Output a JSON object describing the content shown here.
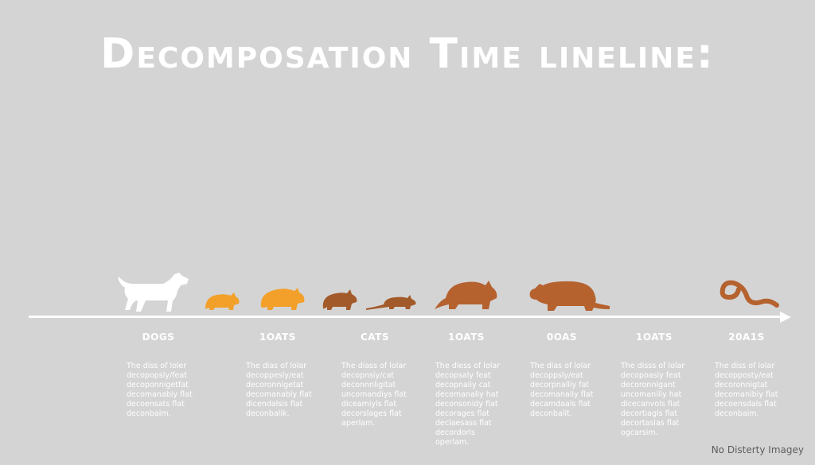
{
  "title": "Decomposation Time lineline:",
  "colors": {
    "background": "#d4d4d4",
    "white": "#ffffff",
    "orange": "#f2a02a",
    "brown": "#b5622f"
  },
  "timeline": [
    {
      "label": "DOGS",
      "icon": "dog-icon",
      "desc": "The diss of loler\ndecopopsly/feat\ndecoponnigetfat\ndecomanabiy flat\ndecoensats flat\ndeconbaim."
    },
    {
      "label": "1OATS",
      "icon": "hamster-icon",
      "desc": "The dias of lolar\ndecoppesly/eat\ndecoronnigetat\ndecomanably flat\ndicendalsis flat\ndeconbalik."
    },
    {
      "label": "CATS",
      "icon": "rat-icon",
      "desc": "The diass of lolar\ndecopnsiy/cat\ndeconnnligitat\nuncomandiys flat\ndiceamiyls flat\ndecorslages flat\naperlam."
    },
    {
      "label": "1OATS",
      "icon": "rat-large-icon",
      "desc": "The dless of lolar\ndecopsaly feat\ndecopnaliy cat\ndecomanaliy hat\ndeconsonidy flat\ndecorages flat\ndeclaesass flat\ndecordorls\noperlam."
    },
    {
      "label": "0OAS",
      "icon": "capybara-icon",
      "desc": "The dias of lolar\ndecoppsly/eat\ndecorpnalliy fat\ndecomanaliy flat\ndecamdaals flat\ndeconbalit."
    },
    {
      "label": "1OATS",
      "icon": "none",
      "desc": "The disss of lolar\ndecopoasly feat\ndecoronnigant\nuncomaniliy hat\ndicecanvols fiat\ndecortiagls flat\ndecortaslas flat\nogcarsim."
    },
    {
      "label": "20A1S",
      "icon": "worm-icon",
      "desc": "The diss of lolar\ndecopposty/eat\ndecoronnigtat\ndecomanibiy flat\ndecoensdals flat\ndeconbaim."
    }
  ],
  "watermark": "No Disterty Imagey"
}
